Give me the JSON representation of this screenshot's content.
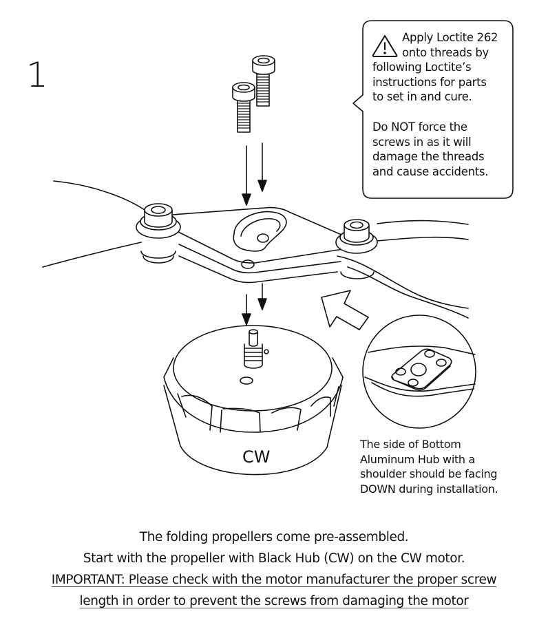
{
  "step": {
    "number": "1"
  },
  "warning_callout": {
    "icon": "warning-triangle-icon",
    "lines": [
      "Apply Loctite 262",
      "onto threads by",
      "following Loctite’s",
      "instructions for parts",
      "to set in and cure."
    ],
    "lines2": [
      "Do NOT force the",
      "screws in as it will",
      "damage the threads",
      "and cause accidents."
    ]
  },
  "motor": {
    "label": "CW"
  },
  "detail_view": {
    "caption_lines": [
      "The side of Bottom",
      "Aluminum Hub with a",
      "shoulder should be facing",
      "DOWN during installation."
    ]
  },
  "instructions": {
    "line1": "The folding propellers come pre-assembled.",
    "line2": "Start with the propeller with Black Hub (CW) on the CW motor.",
    "important_line1": "IMPORTANT:  Please check with the motor manufacturer the proper screw",
    "important_line2": "length in order to prevent the screws from damaging the motor"
  }
}
